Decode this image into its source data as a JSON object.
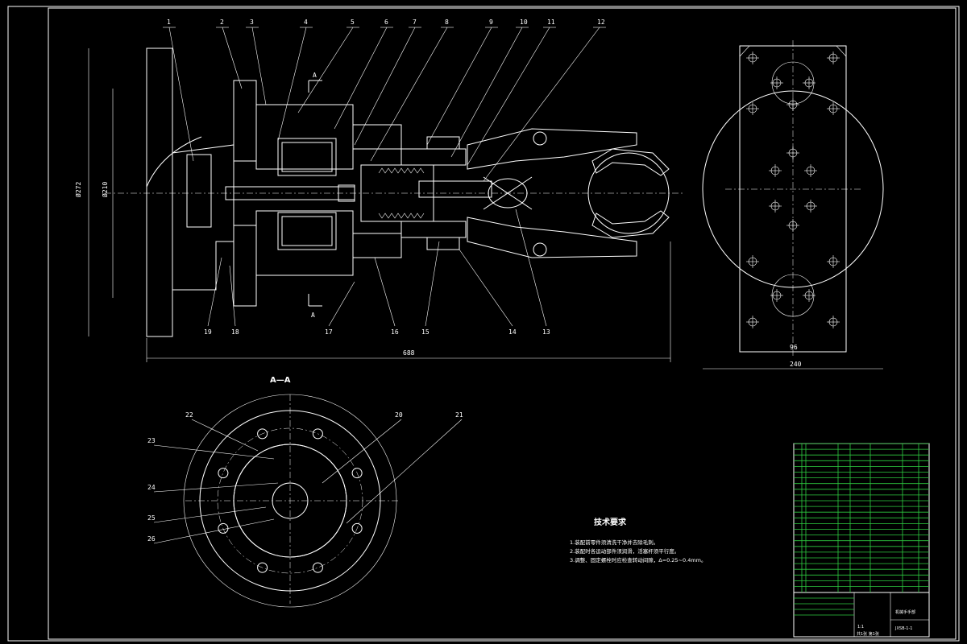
{
  "drawing": {
    "dim_length": "688",
    "dim_side_width": "96",
    "dim_side_total": "240",
    "dim_height_outer": "Ø272",
    "dim_height_inner": "Ø210",
    "section_label": "A",
    "section_view_title": "A—A"
  },
  "part_labels_top": [
    "1",
    "2",
    "3",
    "4",
    "5",
    "6",
    "7",
    "8",
    "9",
    "10",
    "11",
    "12"
  ],
  "part_labels_bottom": [
    "19",
    "18",
    "17",
    "16",
    "15",
    "14",
    "13"
  ],
  "part_labels_section": [
    "22",
    "23",
    "24",
    "25",
    "26",
    "20",
    "21"
  ],
  "tech_requirements": {
    "title": "技术要求",
    "items": [
      "1.装配前零件须清洗干净并去除毛刺。",
      "2.装配时各运动部件须润滑，活塞杆须平行度。",
      "3.调整、固定螺栓时应检查转动间隙，Δ=0.25~0.4mm。"
    ]
  },
  "title_block": {
    "drawing_name": "机械手手部",
    "drawing_number": "JXSB-1-1",
    "sheet": "共1张 第1张",
    "scale": "1:1"
  }
}
